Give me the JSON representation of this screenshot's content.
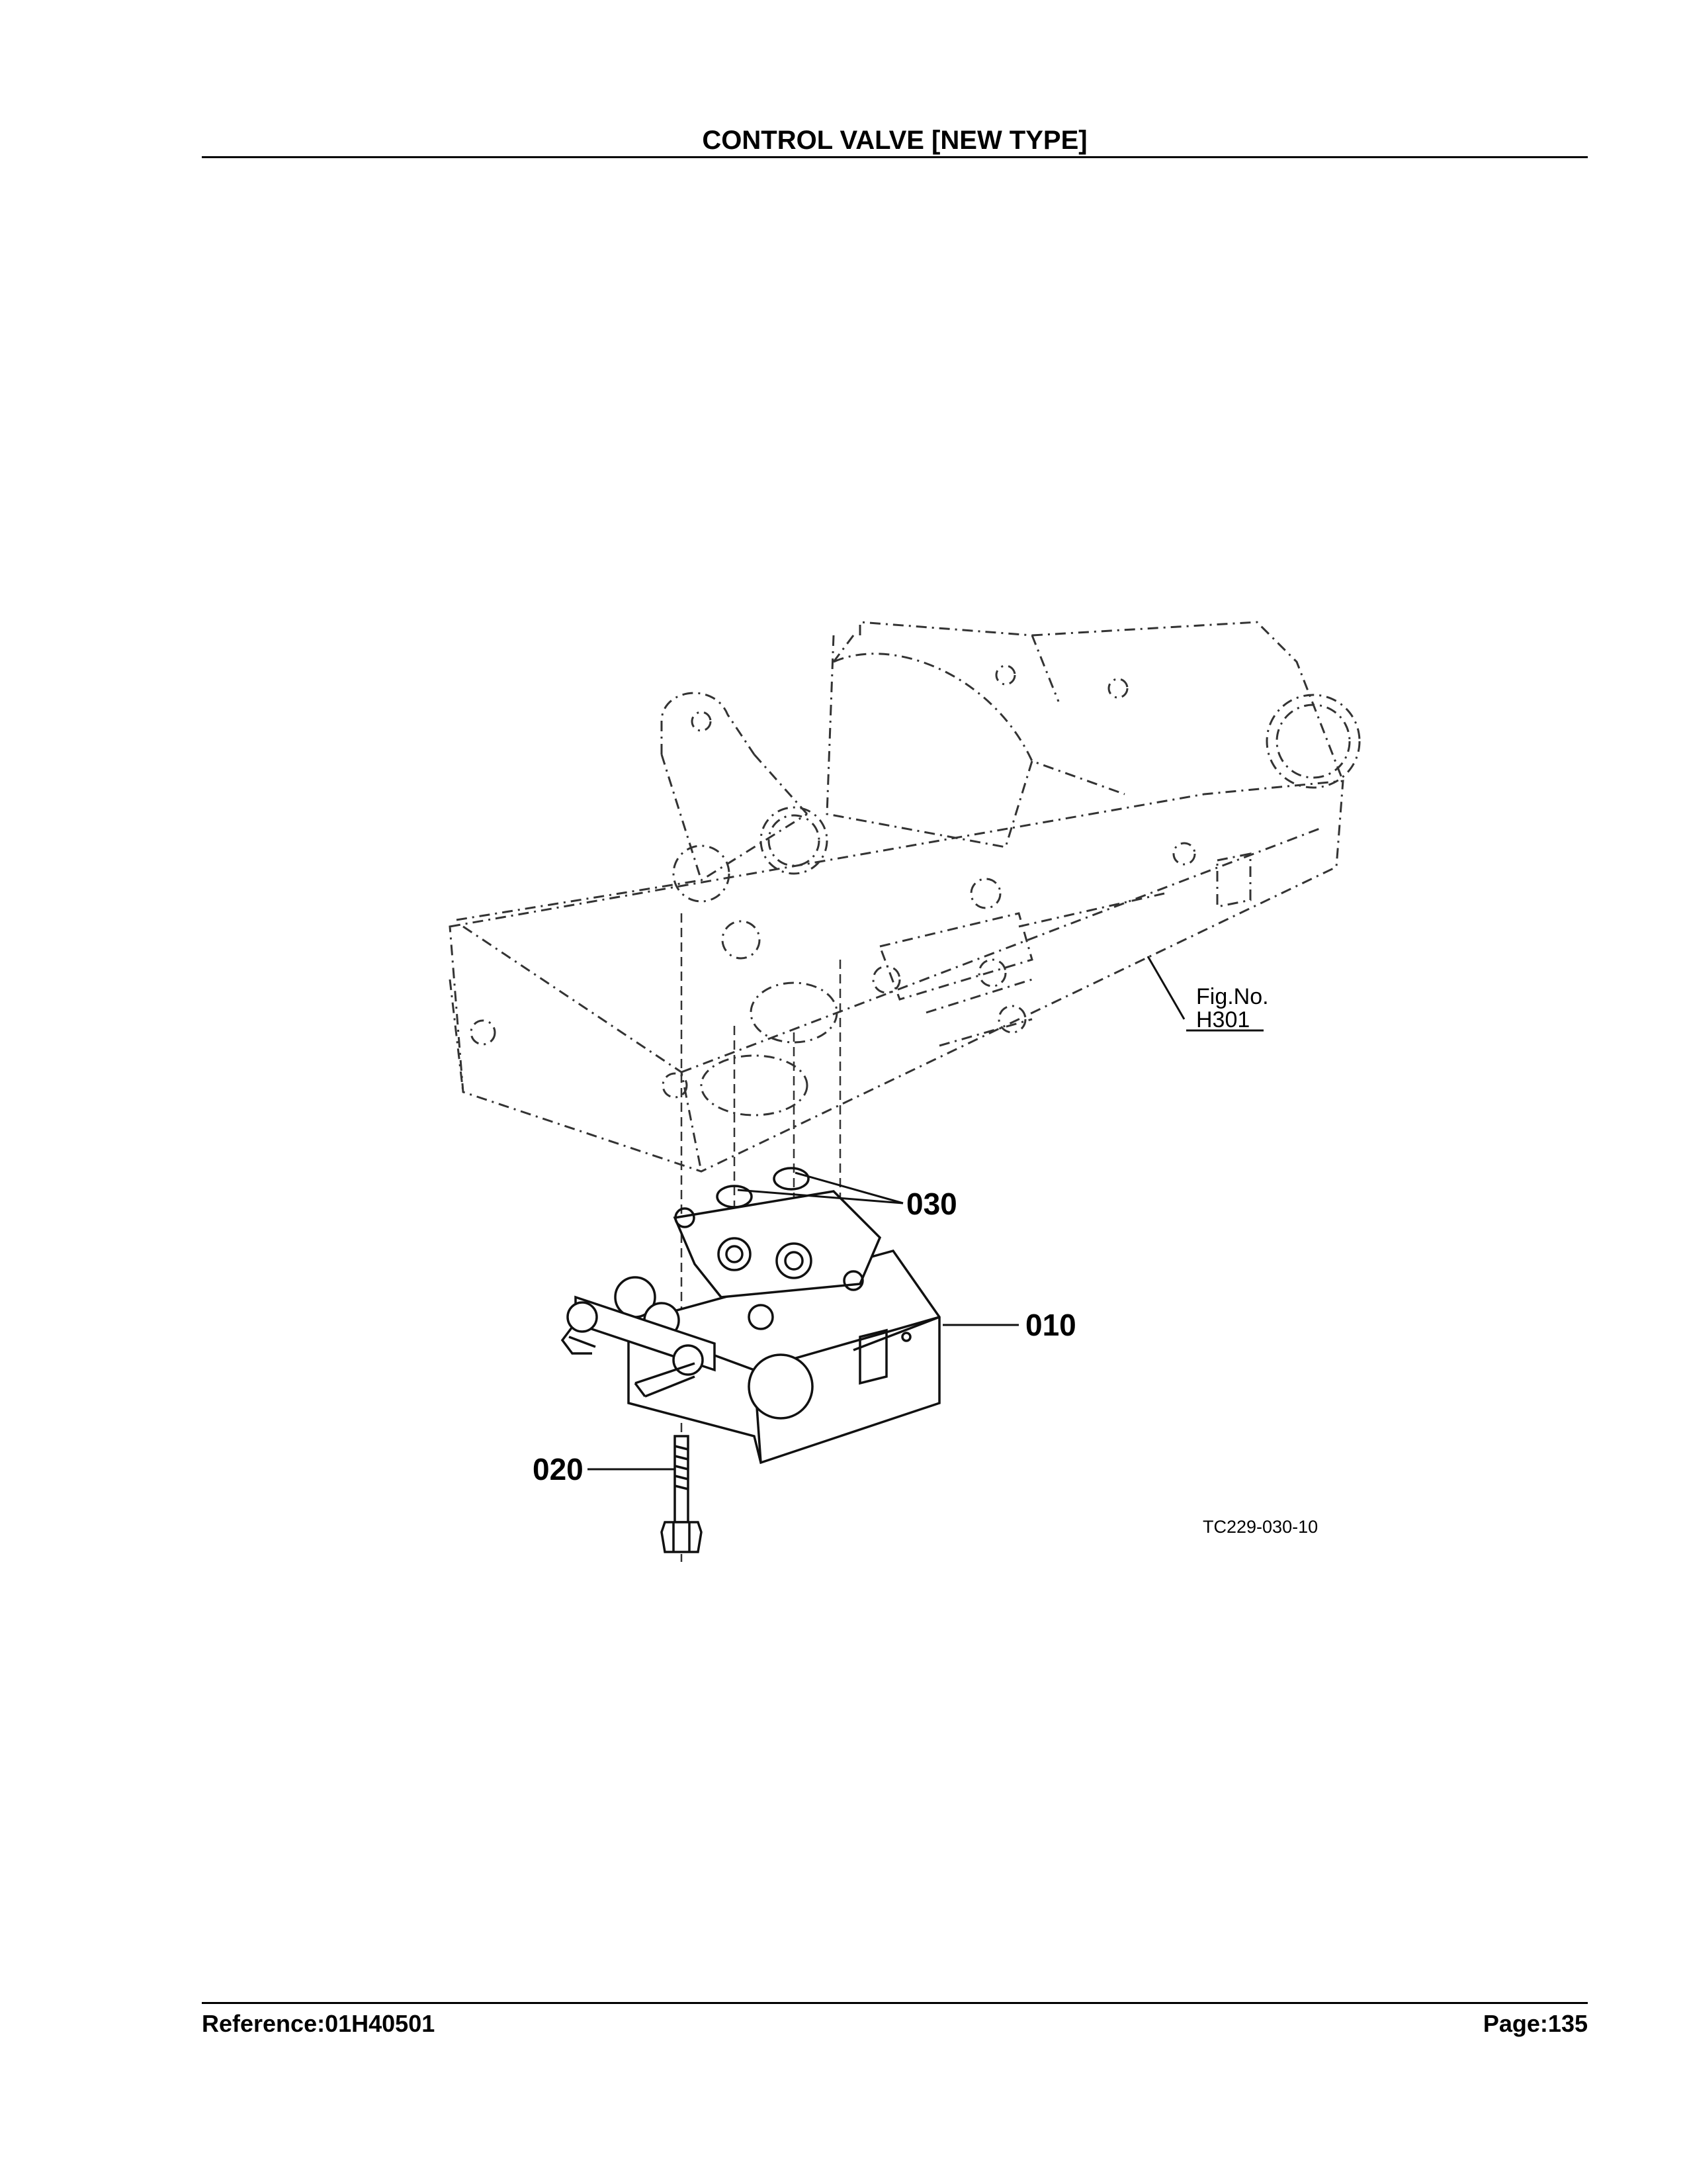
{
  "header": {
    "title": "CONTROL VALVE [NEW TYPE]"
  },
  "diagram": {
    "callouts": {
      "p010": "010",
      "p020": "020",
      "p030": "030"
    },
    "fig_ref": {
      "line1": "Fig.No.",
      "line2": "H301"
    },
    "image_code": "TC229-030-10"
  },
  "footer": {
    "reference": "Reference:01H40501",
    "page": "Page:135"
  }
}
